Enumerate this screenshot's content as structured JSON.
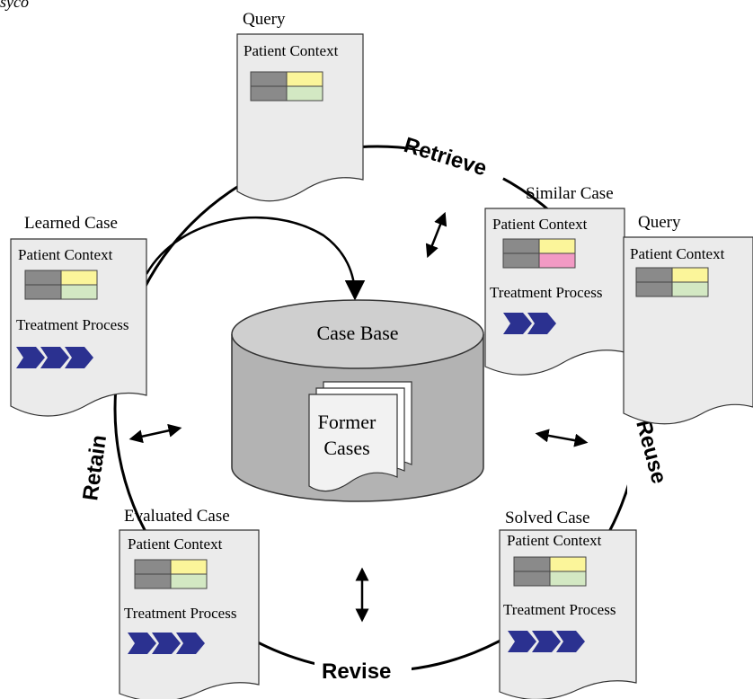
{
  "top_fragment": "syco",
  "center": {
    "title": "Case Base",
    "stack_label_line1": "Former",
    "stack_label_line2": "Cases"
  },
  "phases": {
    "retrieve": "Retrieve",
    "reuse": "Reuse",
    "revise": "Revise",
    "retain": "Retain"
  },
  "cards": {
    "query_top": {
      "title": "Query",
      "context_label": "Patient Context"
    },
    "similar_case": {
      "title": "Similar Case",
      "context_label": "Patient Context",
      "process_label": "Treatment Process"
    },
    "query_right": {
      "title": "Query",
      "context_label": "Patient Context"
    },
    "learned_case": {
      "title": "Learned Case",
      "context_label": "Patient Context",
      "process_label": "Treatment Process"
    },
    "evaluated_case": {
      "title": "Evaluated Case",
      "context_label": "Patient Context",
      "process_label": "Treatment Process"
    },
    "solved_case": {
      "title": "Solved Case",
      "context_label": "Patient Context",
      "process_label": "Treatment Process"
    }
  },
  "colors": {
    "card_fill": "#ebebeb",
    "grid_gray": "#8a8a8a",
    "grid_yellow": "#fbf59a",
    "grid_green": "#d3e8c3",
    "grid_pink": "#f29ac4",
    "chevron_blue": "#2b3190",
    "cylinder": "#b3b3b3",
    "cylinder_top": "#cfcfcf",
    "line": "#000000"
  }
}
